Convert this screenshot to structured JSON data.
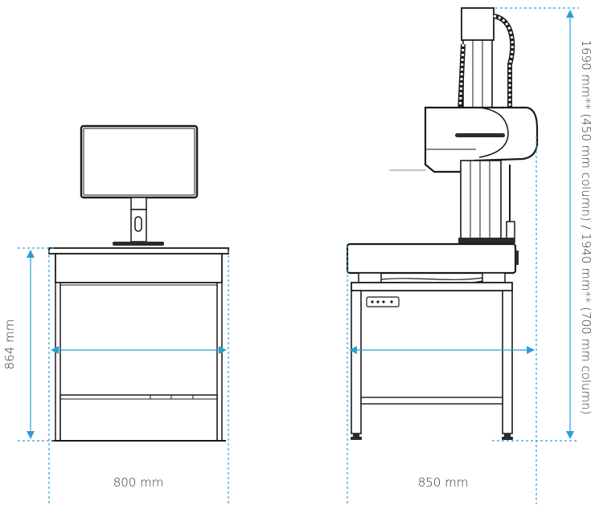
{
  "labels": {
    "height_desk": "864 mm",
    "width_desk": "800 mm",
    "width_machine": "850 mm",
    "height_machine": "1690 mm** (450 mm column) / 1940 mm** (700 mm column)"
  },
  "colors": {
    "dimension": "#2a9fd6",
    "outline": "#1a1a1a",
    "machine_body": "#2b2b2b",
    "text": "#333333"
  }
}
